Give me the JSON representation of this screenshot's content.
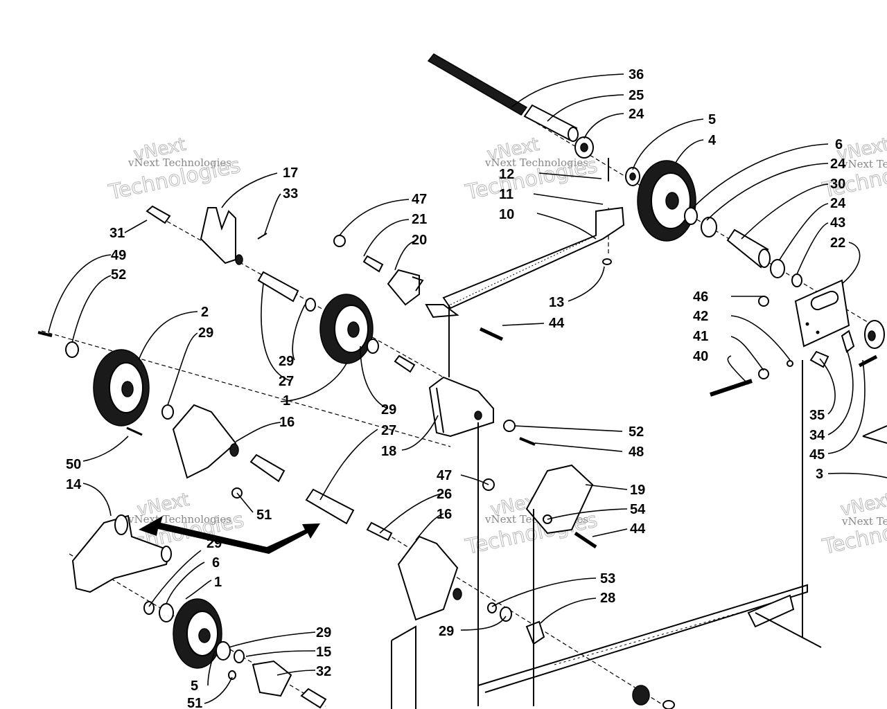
{
  "watermark": {
    "line1": "vNext Technologies",
    "brand_outline": "vNext",
    "brand_word": "Technologies"
  },
  "parts": {
    "p36": "36",
    "p25": "25",
    "p24a": "24",
    "p5a": "5",
    "p4": "4",
    "p6a": "6",
    "p24b": "24",
    "p30": "30",
    "p24c": "24",
    "p43": "43",
    "p22": "22",
    "p12": "12",
    "p11": "11",
    "p10": "10",
    "p13": "13",
    "p44a": "44",
    "p17": "17",
    "p33": "33",
    "p47a": "47",
    "p21": "21",
    "p20": "20",
    "p31": "31",
    "p49": "49",
    "p52a": "52",
    "p2": "2",
    "p29a": "29",
    "p29b": "29",
    "p27a": "27",
    "p1a": "1",
    "p29c": "29",
    "p27b": "27",
    "p16a": "16",
    "p18": "18",
    "p52b": "52",
    "p48": "48",
    "p46": "46",
    "p42": "42",
    "p41": "41",
    "p40": "40",
    "p35": "35",
    "p34": "34",
    "p45": "45",
    "p3": "3",
    "p50": "50",
    "p14": "14",
    "p51a": "51",
    "p47b": "47",
    "p26": "26",
    "p16b": "16",
    "p19": "19",
    "p54": "54",
    "p44b": "44",
    "p29d": "29",
    "p6b": "6",
    "p1b": "1",
    "p53": "53",
    "p28": "28",
    "p29e": "29",
    "p29f": "29",
    "p15": "15",
    "p32": "32",
    "p5b": "5",
    "p51b": "51"
  }
}
